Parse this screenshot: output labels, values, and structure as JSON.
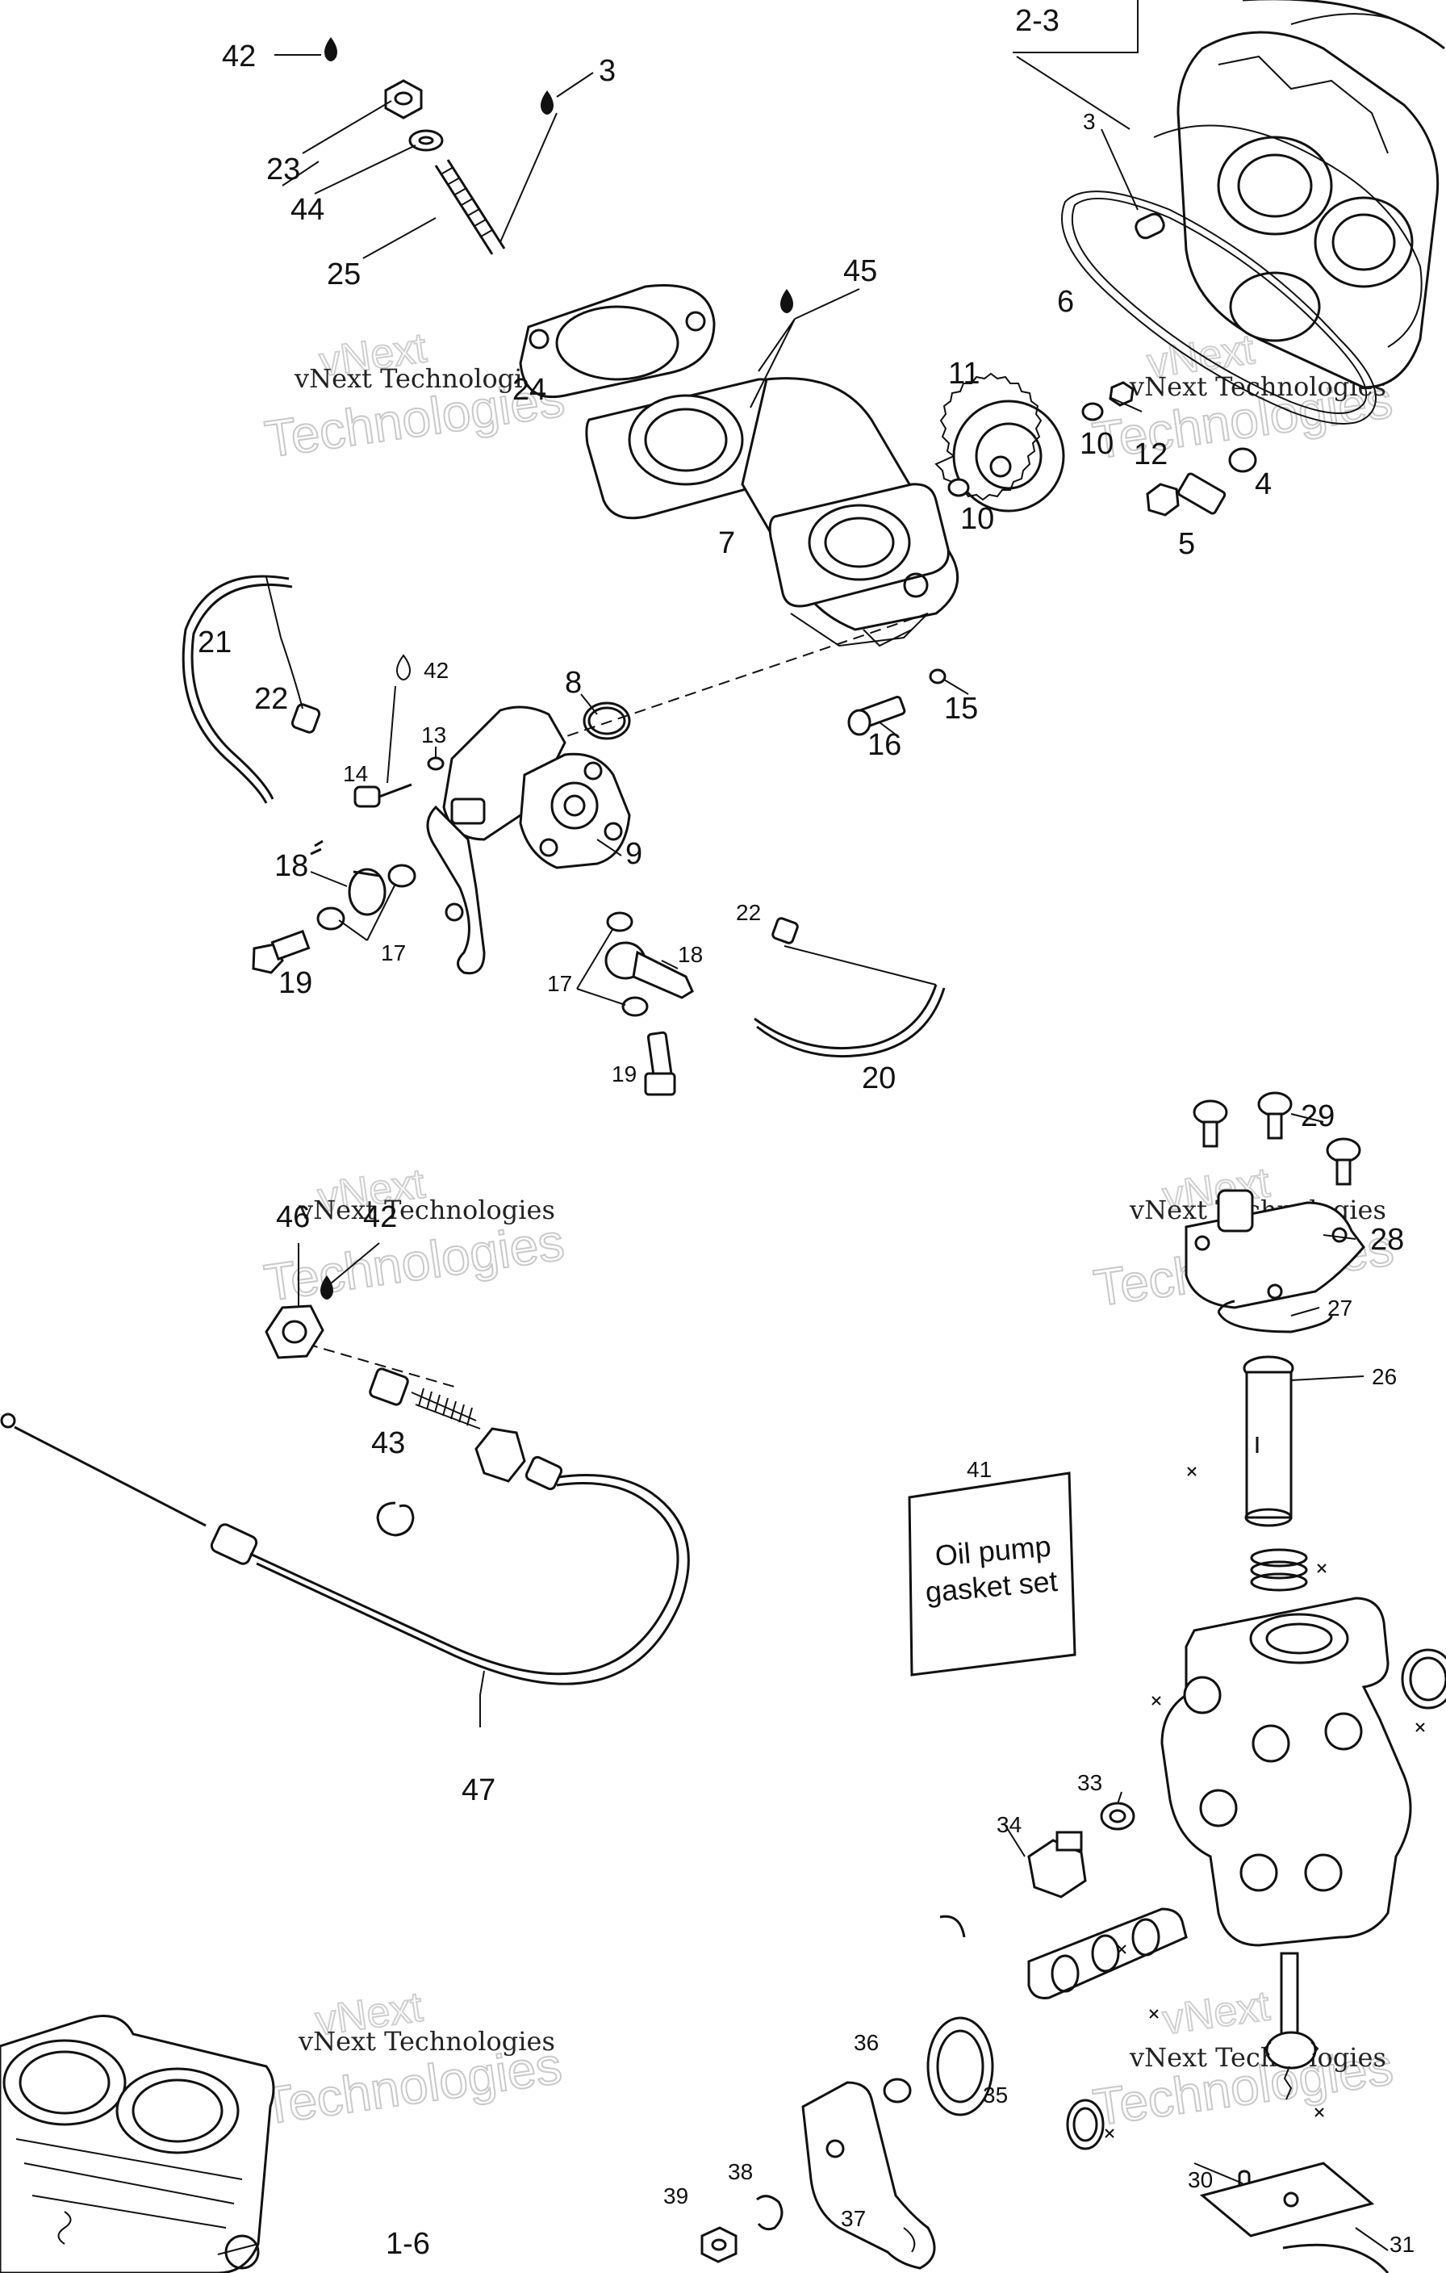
{
  "labels": {
    "p42a": "42",
    "p3a": "3",
    "p23": "23",
    "p44": "44",
    "p25": "25",
    "p2_3": "2-3",
    "p3b": "3",
    "p6": "6",
    "p45": "45",
    "p24": "24",
    "p11": "11",
    "p10a": "10",
    "p10b": "10",
    "p12": "12",
    "p4": "4",
    "p5": "5",
    "p7": "7",
    "p21": "21",
    "p22a": "22",
    "p42b": "42",
    "p8": "8",
    "p13": "13",
    "p14": "14",
    "p15": "15",
    "p16": "16",
    "p9": "9",
    "p18a": "18",
    "p17a": "17",
    "p19a": "19",
    "p22b": "22",
    "p18b": "18",
    "p17b": "17",
    "p19b": "19",
    "p20": "20",
    "p46": "46",
    "p42c": "42",
    "p43": "43",
    "p47": "47",
    "p29": "29",
    "p28": "28",
    "p27": "27",
    "p26": "26",
    "p41": "41",
    "p33": "33",
    "p34": "34",
    "p36": "36",
    "p35": "35",
    "p38": "38",
    "p39": "39",
    "p37": "37",
    "p30": "30",
    "p31": "31",
    "p1_6": "1-6"
  },
  "gasket_card": {
    "line1": "Oil pump",
    "line2": "gasket set"
  },
  "watermarks": {
    "company": "vNext Technologies",
    "brand_top": "vNext",
    "brand_bottom": "Technologies"
  }
}
